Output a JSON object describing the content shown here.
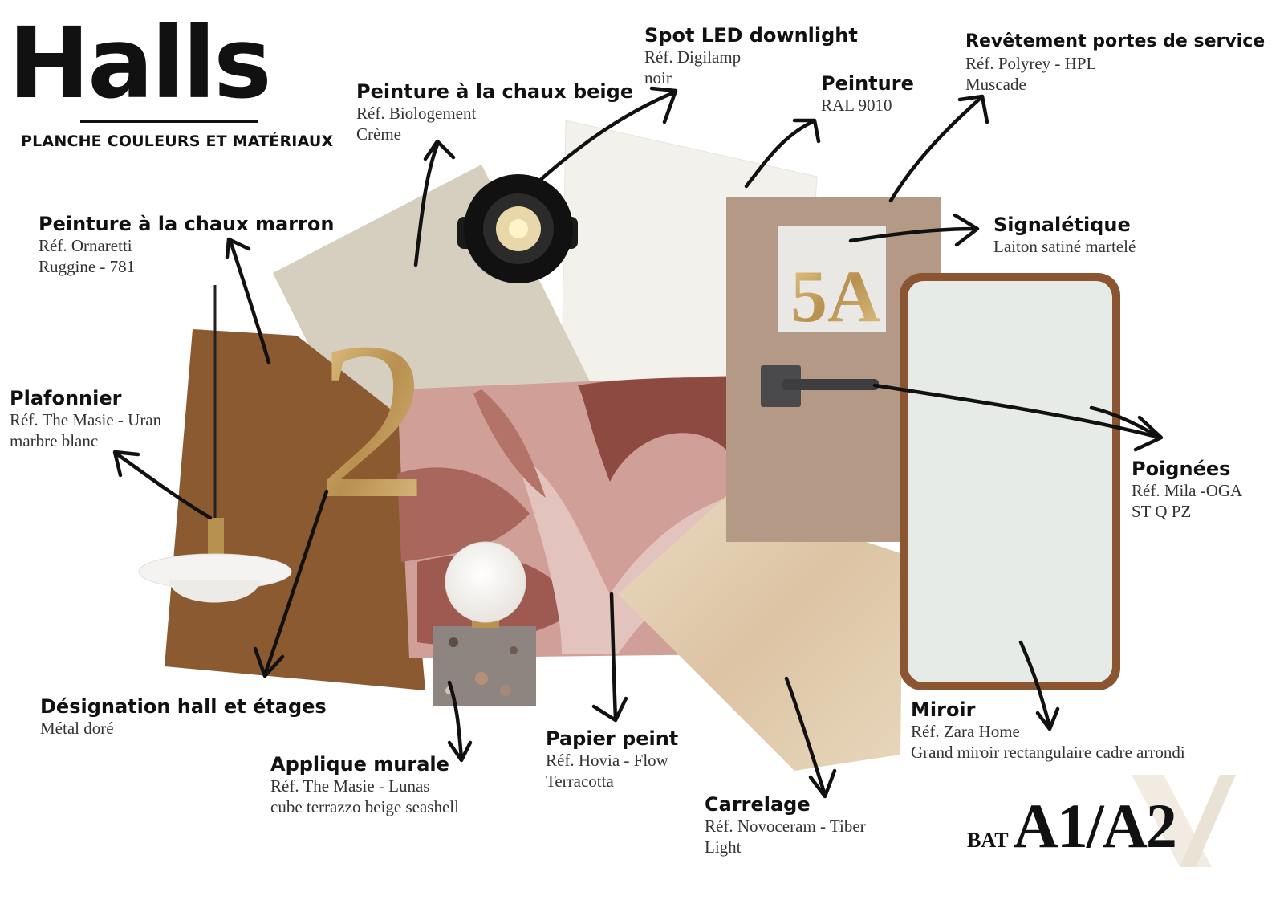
{
  "header": {
    "title": "Halls",
    "subtitle": "PLANCHE COULEURS ET MATÉRIAUX"
  },
  "labels": {
    "chaux_marron": {
      "title": "Peinture à la chaux marron",
      "lines": [
        "Réf. Ornaretti",
        "Ruggine - 781"
      ]
    },
    "chaux_beige": {
      "title": "Peinture à la chaux beige",
      "lines": [
        "Réf. Biologement",
        "Crème"
      ]
    },
    "spot": {
      "title": "Spot LED downlight",
      "lines": [
        "Réf. Digilamp",
        "noir"
      ]
    },
    "peinture": {
      "title": "Peinture",
      "lines": [
        "RAL 9010"
      ]
    },
    "revetement": {
      "title": "Revêtement portes de service",
      "lines": [
        "Réf. Polyrey - HPL",
        "Muscade"
      ]
    },
    "signaletique": {
      "title": "Signalétique",
      "lines": [
        "Laiton satiné martelé"
      ]
    },
    "plafonnier": {
      "title": "Plafonnier",
      "lines": [
        "Réf. The Masie - Uran",
        "marbre blanc"
      ]
    },
    "poignees": {
      "title": "Poignées",
      "lines": [
        "Réf. Mila -OGA",
        "ST Q PZ"
      ]
    },
    "designation": {
      "title": "Désignation hall et étages",
      "lines": [
        "Métal doré"
      ]
    },
    "applique": {
      "title": "Applique murale",
      "lines": [
        "Réf. The Masie - Lunas",
        "cube terrazzo beige seashell"
      ]
    },
    "papier": {
      "title": "Papier peint",
      "lines": [
        "Réf. Hovia - Flow",
        "Terracotta"
      ]
    },
    "carrelage": {
      "title": "Carrelage",
      "lines": [
        "Réf. Novoceram - Tiber",
        "Light"
      ]
    },
    "miroir": {
      "title": "Miroir",
      "lines": [
        "Réf. Zara Home",
        "Grand miroir rectangulaire cadre arrondi"
      ]
    }
  },
  "sign_numbers": {
    "big_digit": "2",
    "plate_text": "5A"
  },
  "logo": {
    "prefix": "BAT",
    "main": "A1/A2"
  },
  "colors": {
    "chaux_marron": "#8a5a33",
    "chaux_beige": "#d8d0c1",
    "ral_9010": "#f1f0eb",
    "polyrey_muscade": "#b49a86",
    "brass": "#c9a565",
    "terracotta": "#b77a6f",
    "travertine": "#e2cfb4",
    "mirror_frame": "#8a5530",
    "mirror_glass": "#e7ece9"
  },
  "icons": [
    "spotlight-icon",
    "pendant-lamp-icon",
    "globe-wall-lamp-icon",
    "door-handle-icon",
    "arrow-icon",
    "logo-mark-icon"
  ]
}
